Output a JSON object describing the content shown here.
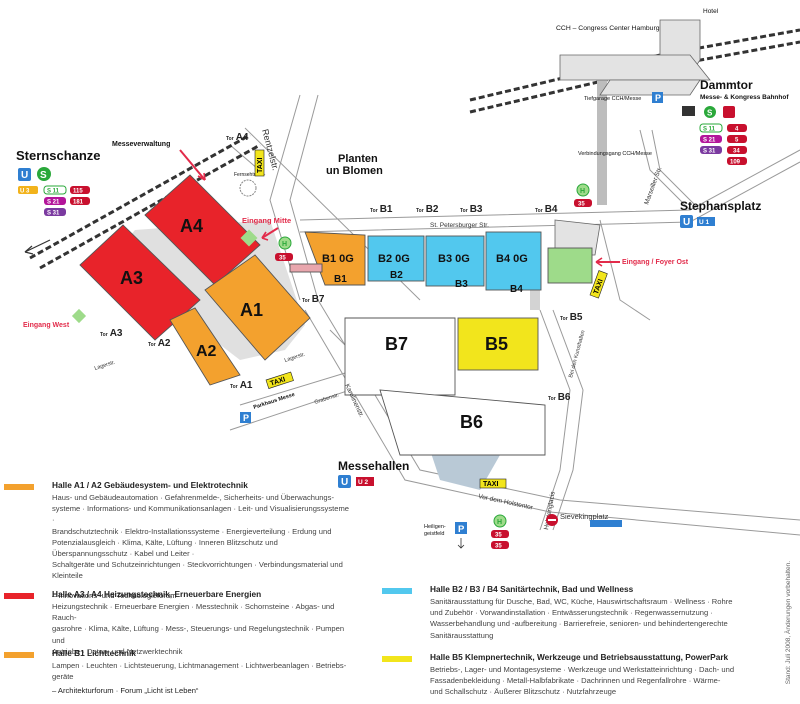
{
  "places": {
    "cch": "CCH – Congress Center Hamburg",
    "hotel": "Hotel",
    "dammtor": "Dammtor",
    "dammtor_sub": "Messe- & Kongress Bahnhof",
    "tiefgarage": "Tiefgarage CCH/Messe",
    "verbindungsgang": "Verbindungsgang CCH/Messe",
    "sternschanze": "Sternschanze",
    "planten_1": "Planten",
    "planten_2": "un Blomen",
    "stephansplatz": "Stephansplatz",
    "messehallen": "Messehallen",
    "messeverwaltung": "Messeverwaltung",
    "fernsehturm": "Fernsehturm",
    "parkhaus": "Parkhaus Messe",
    "heiligengeistfeld_1": "Heiligen-",
    "heiligengeistfeld_2": "geistfeld"
  },
  "streets": {
    "rentzelstr": "Rentzelstr.",
    "st_petersburger": "St. Petersburger Str.",
    "marseiller": "Marseiller Str.",
    "lagerstr_1": "Lagerstr.",
    "lagerstr_2": "Lagerstr.",
    "karolinenstr": "Karolinenstr.",
    "grabenstr": "Grabenstr.",
    "bei_kunsthalle": "Bei den Kunsthallen",
    "holstenglacis": "Holstenglacis",
    "vor_holstentor": "Vor dem Holstentor",
    "sievekingplatz": "Sievekingplatz"
  },
  "halls": {
    "A1": "A1",
    "A2": "A2",
    "A3": "A3",
    "A4": "A4",
    "B1": "B1",
    "B1OG": "B1 0G",
    "B2": "B2",
    "B2OG": "B2 0G",
    "B3": "B3",
    "B3OG": "B3 0G",
    "B4": "B4",
    "B4OG": "B4 0G",
    "B5": "B5",
    "B6": "B6",
    "B7": "B7"
  },
  "tor": {
    "prefix": "Tor",
    "A1": "A1",
    "A2": "A2",
    "A3": "A3",
    "A4": "A4",
    "B1": "B1",
    "B2": "B2",
    "B3": "B3",
    "B4": "B4",
    "B5": "B5",
    "B6": "B6",
    "B7": "B7"
  },
  "entrances": {
    "mitte": "Eingang Mitte",
    "west": "Eingang West",
    "ost": "Eingang / Foyer Ost"
  },
  "transit": {
    "taxi": "TAXI",
    "u1": "U 1",
    "u2": "U 2",
    "u3": "U 3",
    "s11": "S 11",
    "s21": "S 21",
    "s31": "S 31",
    "bus4": "4",
    "bus5": "5",
    "bus34": "34",
    "bus35": "35",
    "bus109": "109",
    "bus115": "115",
    "bus181": "181",
    "u_letter": "U",
    "s_letter": "S",
    "h_letter": "H",
    "p_letter": "P"
  },
  "legend": {
    "a1a2": {
      "title": "Halle A1 / A2 Gebäudesystem- und Elektrotechnik",
      "lines": [
        "Haus- und Gebäudeautomation · Gefahrenmelde-, Sicherheits- und Überwachungs-",
        "systeme · Informations- und Kommunikationsanlagen · Leit- und Visualisierungssysteme ·",
        "Brandschutztechnik · Elektro-Installationssysteme · Energieverteilung · Erdung und",
        "Potenzialausgleich · Klima, Kälte, Lüftung · Inneren Blitzschutz und Überspannungsschutz · Kabel und Leiter ·",
        "Schaltgeräte und Schutzeinrichtungen · Steckvorrichtungen · Verbindungsmaterial und",
        "Kleinteile"
      ],
      "forum": "– Innovations- und Technologieforum",
      "color": "#f3a12e"
    },
    "a3a4": {
      "title": "Halle A3 / A4 Heizungstechnik, Erneuerbare Energien",
      "lines": [
        "Heizungstechnik · Erneuerbare Energien · Messtechnik · Schornsteine · Abgas- und Rauch-",
        "gasrohre · Klima, Kälte, Lüftung · Mess-, Steuerungs- und Regelungstechnik · Pumpen und",
        "Antriebe · Daten- und Netzwerktechnik"
      ],
      "color": "#e8232a"
    },
    "b1": {
      "title": "Halle B1 Lichttechnik",
      "lines": [
        "Lampen · Leuchten · Lichtsteuerung, Lichtmanagement · Lichtwerbeanlagen · Betriebs-",
        "geräte"
      ],
      "forum": "– Architekturforum · Forum „Licht ist Leben“",
      "color": "#f3a12e"
    },
    "b2b4": {
      "title": "Halle B2 / B3 / B4 Sanitärtechnik, Bad und Wellness",
      "lines": [
        "Sanitärausstattung für Dusche, Bad, WC, Küche, Hauswirtschaftsraum · Wellness · Rohre",
        "und Zubehör · Vorwandinstallation · Entwässerungstechnik · Regenwassernutzung ·",
        "Wasserbehandlung und -aufbereitung · Barrierefreie, senioren- und behindertengerechte",
        "Sanitärausstattung"
      ],
      "color": "#52c8ee"
    },
    "b5": {
      "title": "Halle B5 Klempnertechnik, Werkzeuge und Betriebsausstattung, PowerPark",
      "lines": [
        "Betriebs-, Lager- und Montagesysteme · Werkzeuge und Werkstatteinrichtung · Dach- und",
        "Fassadenbekleidung · Metall-Halbfabrikate · Dachrinnen und Regenfallrohre · Wärme-",
        "und Schallschutz · Äußerer Blitzschutz · Nutzfahrzeuge"
      ],
      "color": "#f2e51c"
    }
  },
  "stand_note": "Stand: Juli 2008, Änderungen vorbehalten.",
  "colors": {
    "orange": "#f3a12e",
    "red": "#e8232a",
    "blue": "#52c8ee",
    "yellow": "#f2e51c",
    "green": "#9edb8a",
    "entrance": "#e22b4a",
    "ubahn": "#2f7fd1",
    "bus": "#c8102e",
    "sbahn": "#2aa83a"
  }
}
